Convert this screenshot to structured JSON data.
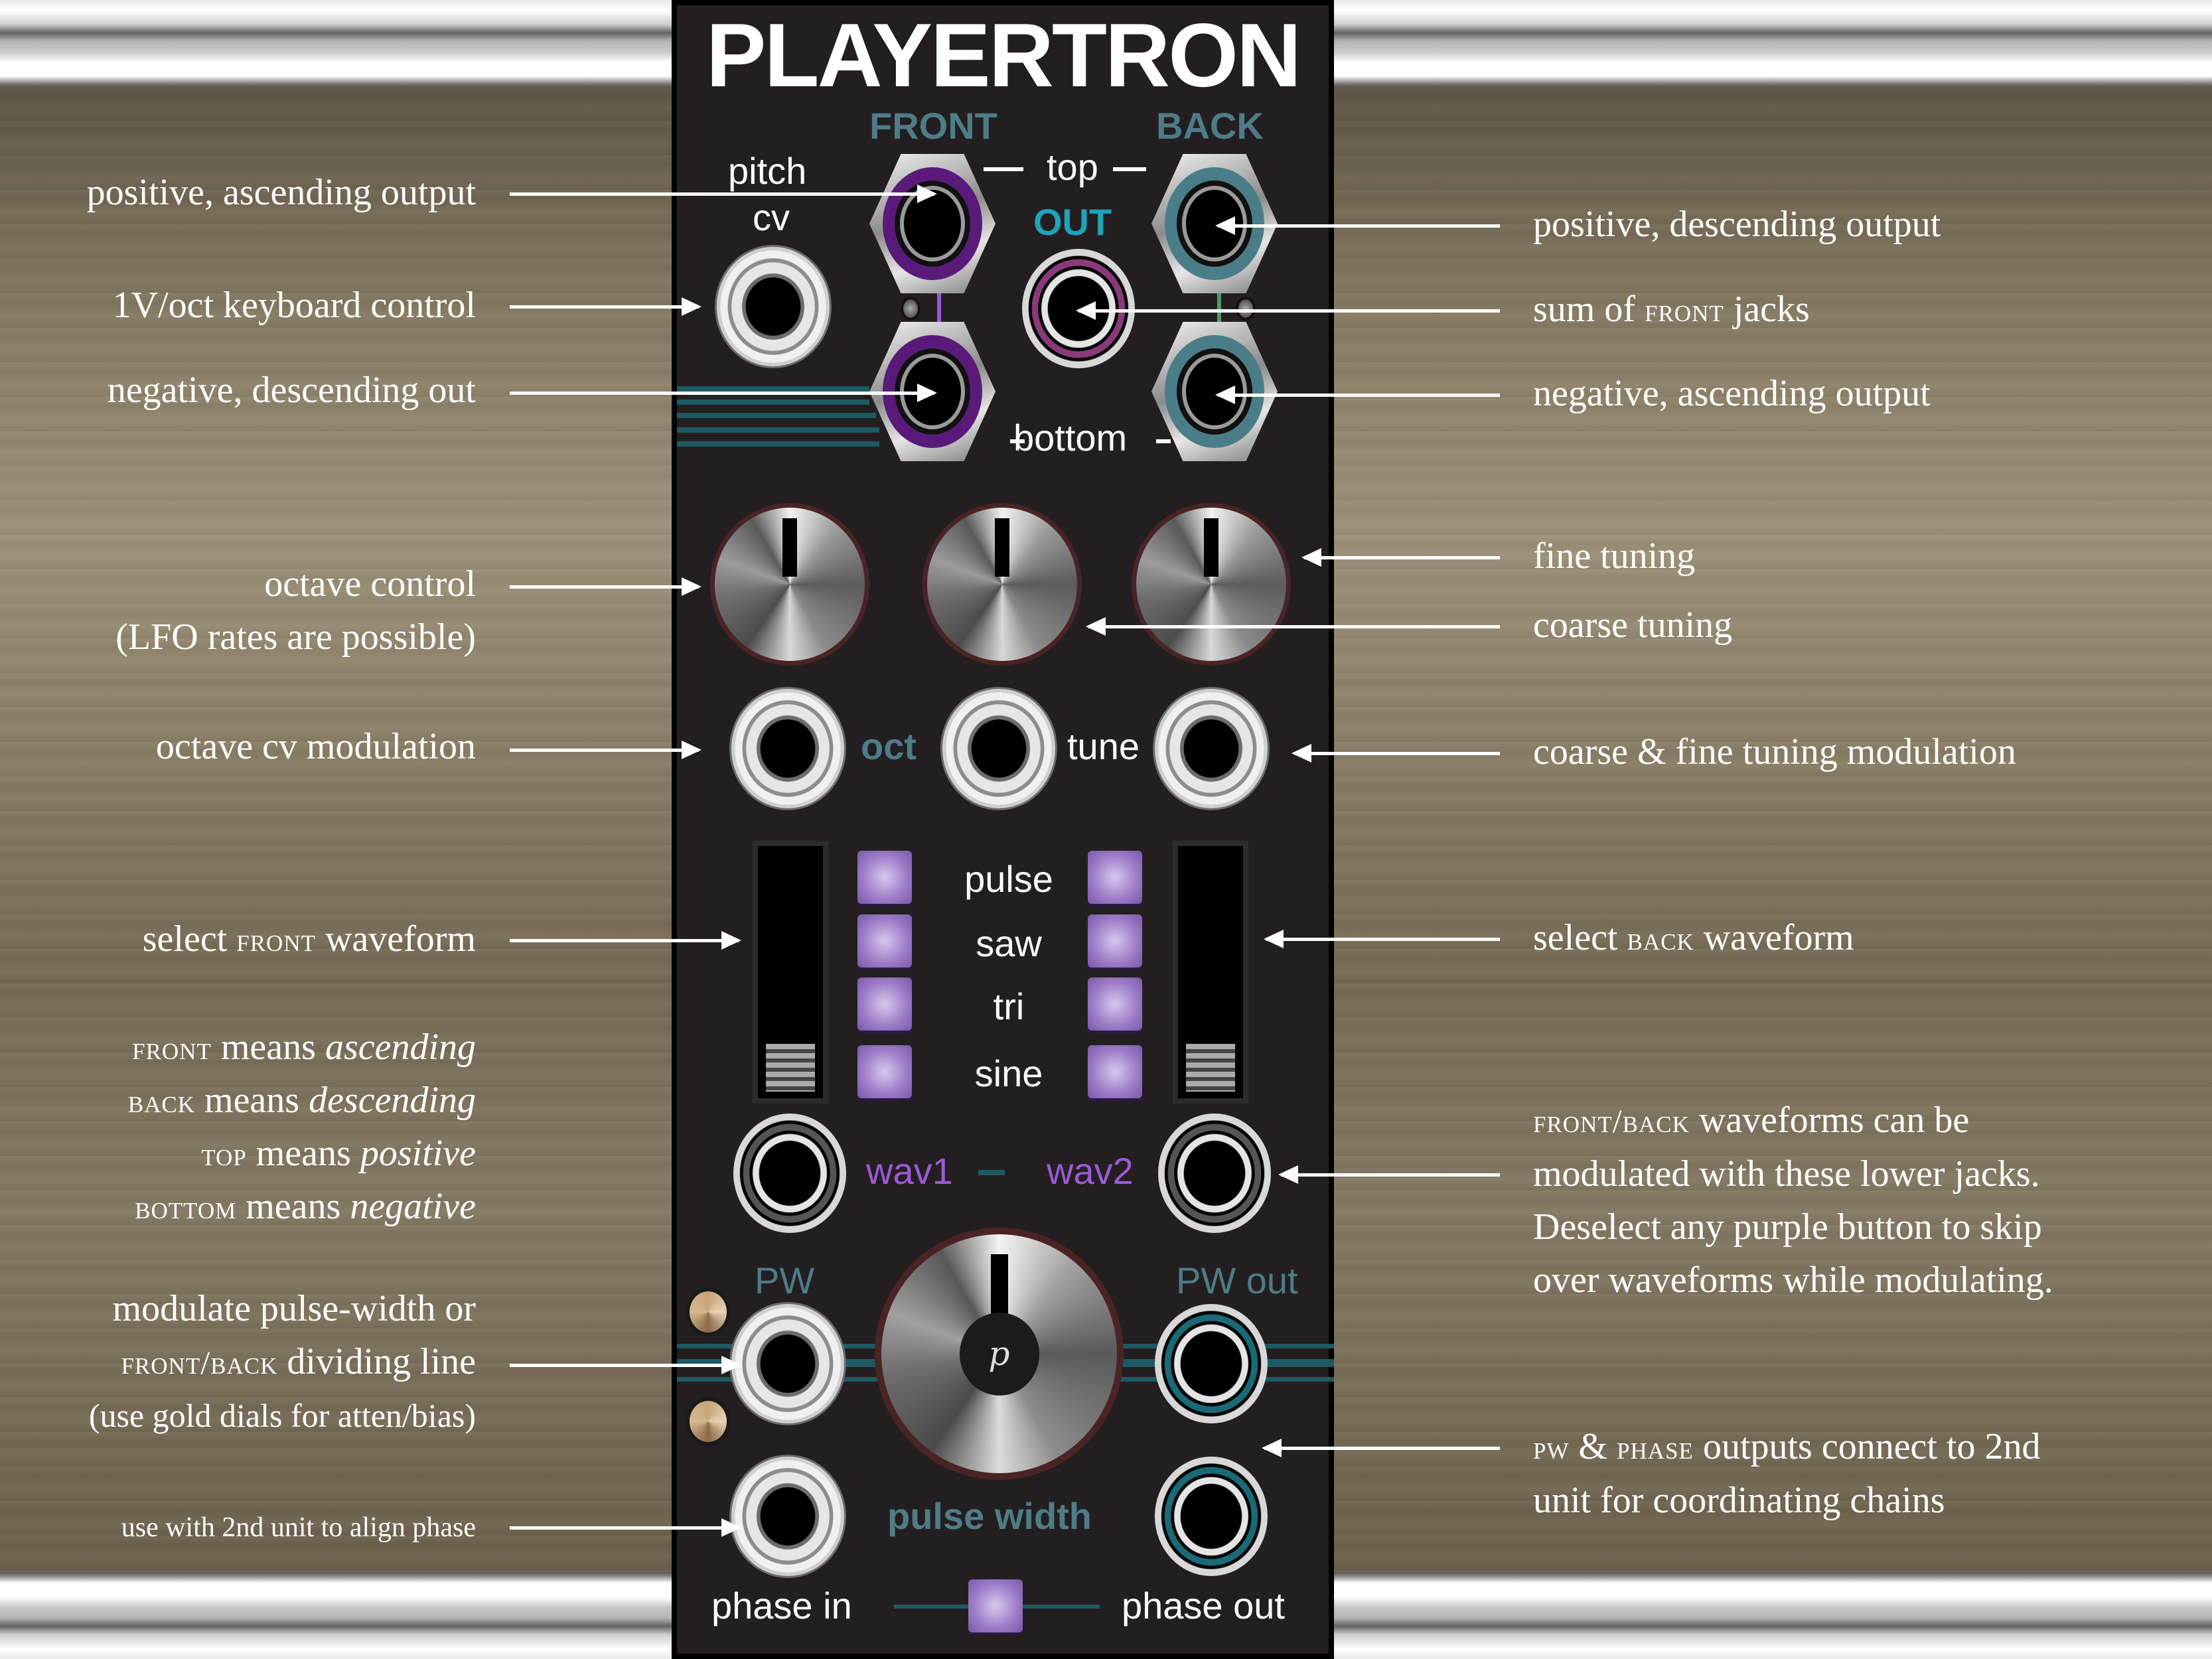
{
  "module": {
    "title": "PLAYERTRON",
    "labels": {
      "front": "FRONT",
      "back": "BACK",
      "top": "top",
      "bottom": "bottom",
      "out": "OUT",
      "pitch": "pitch",
      "cv": "cv",
      "oct": "oct",
      "tune": "tune",
      "wav1": "wav1",
      "wav2": "wav2",
      "pw": "PW",
      "pw_out": "PW out",
      "pulse_width": "pulse width",
      "phase_in": "phase in",
      "phase_out": "phase out",
      "knob_logo": "p"
    },
    "waveforms": [
      "pulse",
      "saw",
      "tri",
      "sine"
    ],
    "colors": {
      "panel": "#231f20",
      "front_jack": "#5a1a7a",
      "back_jack": "#4a7d87",
      "label_teal": "#4e7c88",
      "out_cyan": "#1fa3b8",
      "wav_purple": "#9b5ad6",
      "button_purple": "#9b7ac7",
      "knob_border": "#4a2424",
      "stripe_teal": "#1e5a63"
    }
  },
  "annotations": {
    "left": [
      {
        "text": "positive, ascending output"
      },
      {
        "text": "1V/oct keyboard control"
      },
      {
        "text": "negative, descending out"
      },
      {
        "line1": "octave control",
        "line2": "(LFO rates are possible)"
      },
      {
        "text": "octave cv modulation"
      },
      {
        "pre": "select ",
        "sc": "front",
        "post": " waveform"
      },
      {
        "line1": "modulate pulse-width or",
        "sc": "front/back",
        "line2_post": " dividing line",
        "line3": "(use gold dials for atten/bias)"
      },
      {
        "text": "use with 2nd unit to align phase"
      }
    ],
    "legend": [
      {
        "sc": "front",
        "mid": " means ",
        "it": "ascending"
      },
      {
        "sc": "back",
        "mid": " means ",
        "it": "descending"
      },
      {
        "sc": "top",
        "mid": " means ",
        "it": "positive"
      },
      {
        "sc": "bottom",
        "mid": " means ",
        "it": "negative"
      }
    ],
    "right": [
      {
        "text": "positive, descending output"
      },
      {
        "pre": "sum of ",
        "sc": "front",
        "post": " jacks"
      },
      {
        "text": "negative, ascending output"
      },
      {
        "text": "fine tuning"
      },
      {
        "text": "coarse tuning"
      },
      {
        "text": "coarse & fine tuning modulation"
      },
      {
        "pre": "select ",
        "sc": "back",
        "post": " waveform"
      },
      {
        "sc": "front/back",
        "line1_post": " waveforms can be",
        "line2": "modulated with these lower jacks.",
        "line3": "Deselect any purple button to skip",
        "line4": "over waveforms while modulating."
      },
      {
        "sc1": "pw",
        "amp": " & ",
        "sc2": "phase",
        "line1_post": " outputs connect to 2nd",
        "line2": "unit for coordinating chains"
      }
    ]
  }
}
